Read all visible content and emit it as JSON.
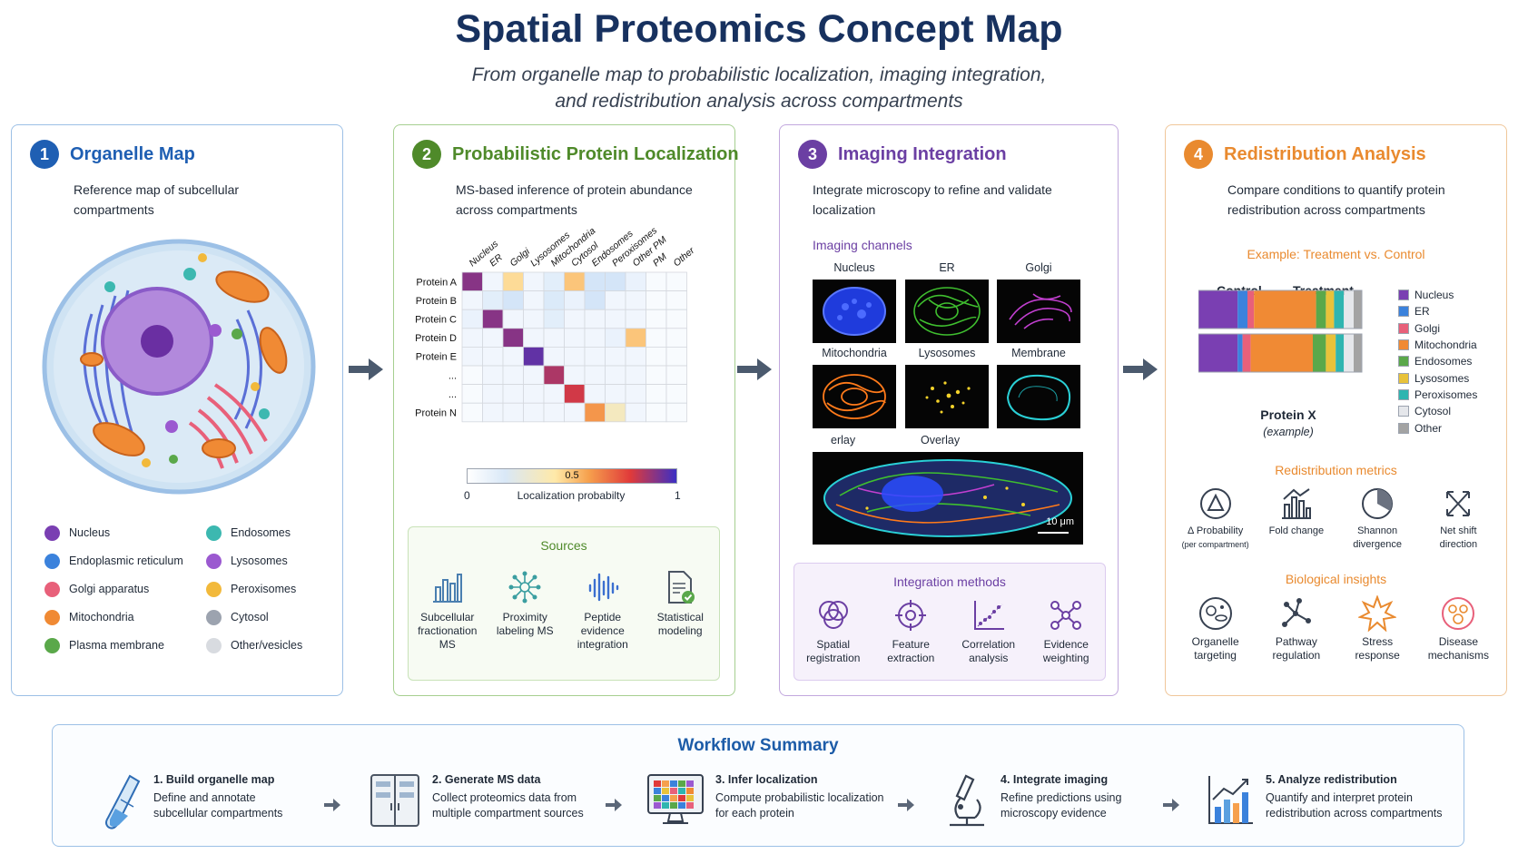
{
  "header": {
    "title": "Spatial Proteomics Concept Map",
    "subtitle_line1": "From organelle map to probabilistic localization, imaging integration,",
    "subtitle_line2": "and redistribution analysis across compartments"
  },
  "colors": {
    "panel1": "#1f5fb3",
    "panel2": "#4f8a2a",
    "panel3": "#6b3fa3",
    "panel4": "#e98a2f"
  },
  "panel1": {
    "number": "1",
    "title": "Organelle Map",
    "desc_line1": "Reference map of subcellular",
    "desc_line2": "compartments",
    "legend": [
      {
        "label": "Nucleus",
        "color": "#7a3fb2"
      },
      {
        "label": "Endosomes",
        "color": "#3cb8b0"
      },
      {
        "label": "Endoplasmic reticulum",
        "color": "#3b82dc"
      },
      {
        "label": "Lysosomes",
        "color": "#9b59d0"
      },
      {
        "label": "Golgi apparatus",
        "color": "#e8607a"
      },
      {
        "label": "Peroxisomes",
        "color": "#f2b93b"
      },
      {
        "label": "Mitochondria",
        "color": "#f08a34"
      },
      {
        "label": "Cytosol",
        "color": "#9ca3af"
      },
      {
        "label": "Plasma membrane",
        "color": "#5aa84a"
      },
      {
        "label": "Other/vesicles",
        "color": "#d8dbe0"
      }
    ]
  },
  "panel2": {
    "number": "2",
    "title": "Probabilistic Protein Localization",
    "desc_line1": "MS-based inference of protein abundance",
    "desc_line2": "across compartments",
    "heatmap": {
      "columns": [
        "Nucleus",
        "ER",
        "Golgi",
        "Lysosomes",
        "Mitochondria",
        "Cytosol",
        "Endosomes",
        "Peroxisomes",
        "Other PM",
        "PM",
        "Other"
      ],
      "rows": [
        "Protein A",
        "Protein B",
        "Protein C",
        "Protein D",
        "Protein E",
        "...",
        "...",
        "Protein N"
      ],
      "values": [
        [
          0.9,
          0.1,
          0.45,
          0.1,
          0.2,
          0.5,
          0.3,
          0.3,
          0.15,
          0.05,
          0.05
        ],
        [
          0.1,
          0.2,
          0.3,
          0.1,
          0.25,
          0.15,
          0.3,
          0.1,
          0.1,
          0.05,
          0.05
        ],
        [
          0.15,
          0.9,
          0.1,
          0.1,
          0.2,
          0.1,
          0.1,
          0.1,
          0.1,
          0.05,
          0.05
        ],
        [
          0.1,
          0.1,
          0.9,
          0.1,
          0.1,
          0.1,
          0.1,
          0.15,
          0.5,
          0.05,
          0.05
        ],
        [
          0.1,
          0.1,
          0.1,
          0.95,
          0.1,
          0.1,
          0.1,
          0.1,
          0.1,
          0.05,
          0.05
        ],
        [
          0.05,
          0.1,
          0.1,
          0.1,
          0.85,
          0.1,
          0.1,
          0.1,
          0.1,
          0.05,
          0.05
        ],
        [
          0.05,
          0.1,
          0.1,
          0.1,
          0.1,
          0.8,
          0.1,
          0.1,
          0.1,
          0.05,
          0.05
        ],
        [
          0.05,
          0.1,
          0.1,
          0.1,
          0.1,
          0.1,
          0.6,
          0.35,
          0.1,
          0.05,
          0.05
        ]
      ]
    },
    "colorbar": {
      "label": "Localization probabilty",
      "min": "0",
      "mid": "0.5",
      "max": "1"
    },
    "sources_title": "Sources",
    "sources": [
      {
        "icon": "bar-chart-icon",
        "line1": "Subcellular",
        "line2": "fractionation",
        "line3": "MS"
      },
      {
        "icon": "network-icon",
        "line1": "Proximity",
        "line2": "labeling MS",
        "line3": ""
      },
      {
        "icon": "spectrum-icon",
        "line1": "Peptide",
        "line2": "evidence",
        "line3": "integration"
      },
      {
        "icon": "document-check-icon",
        "line1": "Statistical",
        "line2": "modeling",
        "line3": ""
      }
    ]
  },
  "panel3": {
    "number": "3",
    "title": "Imaging Integration",
    "desc_line1": "Integrate microscopy to refine and validate",
    "desc_line2": "localization",
    "channels_title": "Imaging channels",
    "channels": [
      {
        "label": "Nucleus",
        "color": "#2a4cff"
      },
      {
        "label": "ER",
        "color": "#3fbf2f"
      },
      {
        "label": "Golgi",
        "color": "#c23fd0"
      },
      {
        "label": "Mitochondria",
        "color": "#ff7a1a"
      },
      {
        "label": "Lysosomes",
        "color": "#f5d32a"
      },
      {
        "label": "Membrane",
        "color": "#2ad0d6"
      }
    ],
    "overlay_label_left": "erlay",
    "overlay_label": "Overlay",
    "scale_bar": "10 μm",
    "methods_title": "Integration methods",
    "methods": [
      {
        "icon": "venn-icon",
        "line1": "Spatial",
        "line2": "registration"
      },
      {
        "icon": "crosshair-icon",
        "line1": "Feature",
        "line2": "extraction"
      },
      {
        "icon": "scatter-icon",
        "line1": "Correlation",
        "line2": "analysis"
      },
      {
        "icon": "graph-icon",
        "line1": "Evidence",
        "line2": "weighting"
      }
    ]
  },
  "panel4": {
    "number": "4",
    "title": "Redistribution Analysis",
    "desc_line1": "Compare conditions to quantify protein",
    "desc_line2": "redistribution across compartments",
    "example_title": "Example: Treatment vs. Control",
    "bar_label_control": "Control",
    "bar_label_treatment": "Treatment",
    "protein_label": "Protein X",
    "protein_sub": "(example)",
    "chart_data": {
      "type": "bar",
      "categories": [
        "Nucleus",
        "ER",
        "Golgi",
        "Mitochondria",
        "Endosomes",
        "Lysosomes",
        "Peroxisomes",
        "Cytosol",
        "Other"
      ],
      "series": [
        {
          "name": "Control",
          "values": [
            0.24,
            0.06,
            0.04,
            0.38,
            0.06,
            0.05,
            0.06,
            0.06,
            0.05
          ]
        },
        {
          "name": "Treatment",
          "values": [
            0.24,
            0.03,
            0.05,
            0.38,
            0.08,
            0.06,
            0.05,
            0.06,
            0.05
          ]
        }
      ],
      "colors": [
        "#7a3fb2",
        "#3b82dc",
        "#e8607a",
        "#f08a34",
        "#5aa84a",
        "#e8c23a",
        "#2fb5b0",
        "#e5e7eb",
        "#a3a3a3"
      ]
    },
    "metrics_title": "Redistribution metrics",
    "metrics": [
      {
        "icon": "delta-icon",
        "line1": "Δ Probability",
        "line2": "(per compartment)"
      },
      {
        "icon": "fold-change-icon",
        "line1": "Fold change",
        "line2": ""
      },
      {
        "icon": "pie-icon",
        "line1": "Shannon",
        "line2": "divergence"
      },
      {
        "icon": "expand-arrows-icon",
        "line1": "Net shift",
        "line2": "direction"
      }
    ],
    "insights_title": "Biological insights",
    "insights": [
      {
        "icon": "organelle-icon",
        "line1": "Organelle",
        "line2": "targeting"
      },
      {
        "icon": "pathway-icon",
        "line1": "Pathway",
        "line2": "regulation"
      },
      {
        "icon": "stress-icon",
        "line1": "Stress",
        "line2": "response"
      },
      {
        "icon": "disease-icon",
        "line1": "Disease",
        "line2": "mechanisms"
      }
    ]
  },
  "workflow": {
    "title": "Workflow Summary",
    "steps": [
      {
        "icon": "test-tube-icon",
        "title": "1. Build organelle map",
        "line1": "Define and annotate",
        "line2": "subcellular compartments"
      },
      {
        "icon": "freezer-icon",
        "title": "2. Generate MS data",
        "line1": "Collect proteomics data from",
        "line2": "multiple compartment sources"
      },
      {
        "icon": "monitor-heatmap-icon",
        "title": "3. Infer localization",
        "line1": "Compute probabilistic localization",
        "line2": "for each protein"
      },
      {
        "icon": "microscope-icon",
        "title": "4. Integrate imaging",
        "line1": "Refine predictions using",
        "line2": "microscopy evidence"
      },
      {
        "icon": "growth-chart-icon",
        "title": "5. Analyze redistribution",
        "line1": "Quantify and interpret protein",
        "line2": "redistribution across compartments"
      }
    ]
  }
}
